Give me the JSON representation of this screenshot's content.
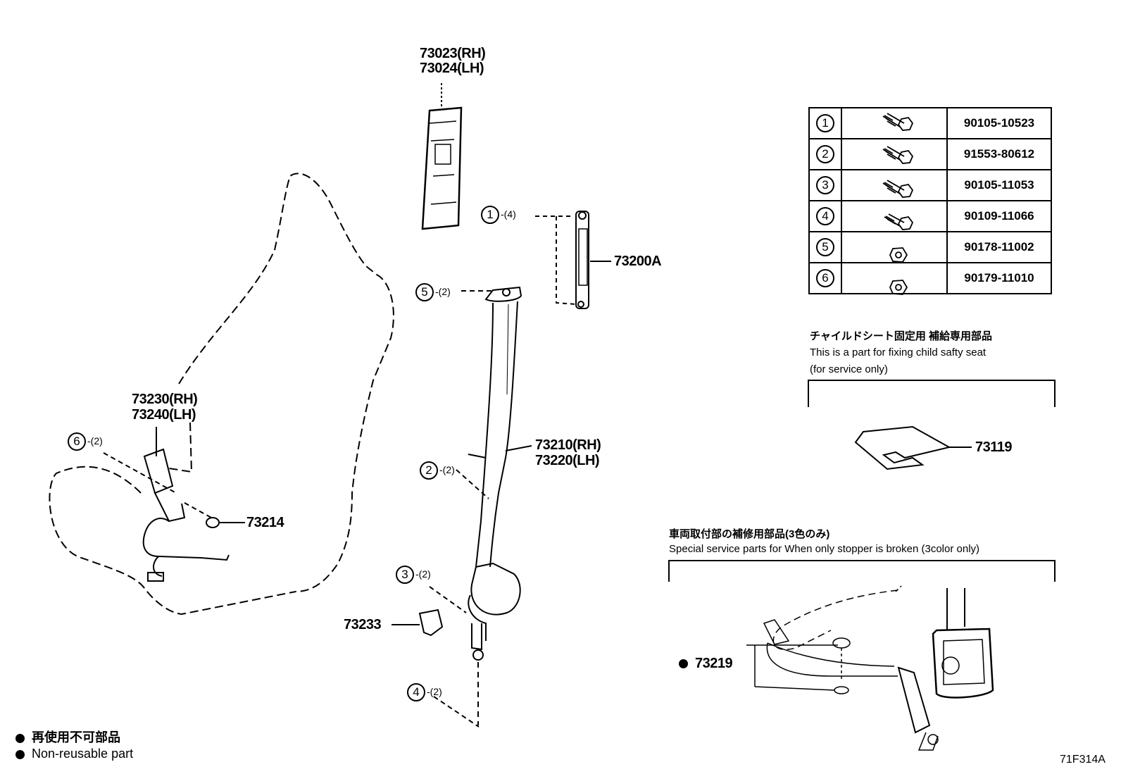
{
  "callouts": {
    "c73023": "73023(RH)",
    "c73024": "73024(LH)",
    "c73200A": "73200A",
    "c73230": "73230(RH)",
    "c73240": "73240(LH)",
    "c73214": "73214",
    "c73210": "73210(RH)",
    "c73220": "73220(LH)",
    "c73233": "73233",
    "c73119": "73119",
    "c73219": "73219"
  },
  "fasteners": [
    {
      "num": "1",
      "qty": "-(4)"
    },
    {
      "num": "5",
      "qty": "-(2)"
    },
    {
      "num": "6",
      "qty": "-(2)"
    },
    {
      "num": "2",
      "qty": "-(2)"
    },
    {
      "num": "3",
      "qty": "-(2)"
    },
    {
      "num": "4",
      "qty": "-(2)"
    }
  ],
  "parts_table": [
    {
      "num": "1",
      "icon": "bolt-icon",
      "part": "90105-10523"
    },
    {
      "num": "2",
      "icon": "bolt-icon",
      "part": "91553-80612"
    },
    {
      "num": "3",
      "icon": "bolt-icon",
      "part": "90105-11053"
    },
    {
      "num": "4",
      "icon": "bolt-icon",
      "part": "90109-11066"
    },
    {
      "num": "5",
      "icon": "nut-icon",
      "part": "90178-11002"
    },
    {
      "num": "6",
      "icon": "nut-icon",
      "part": "90179-11010"
    }
  ],
  "child_seat_note": {
    "jp": "チャイルドシート固定用 補給専用部品",
    "en1": "This is a part for fixing child safty seat",
    "en2": "(for service only)"
  },
  "stopper_note": {
    "jp": "車両取付部の補修用部品(3色のみ)",
    "en": "Special service parts for When only stopper is broken (3color only)"
  },
  "legend": {
    "jp": "再使用不可部品",
    "en": "Non-reusable part"
  },
  "drawing_code": "71F314A"
}
